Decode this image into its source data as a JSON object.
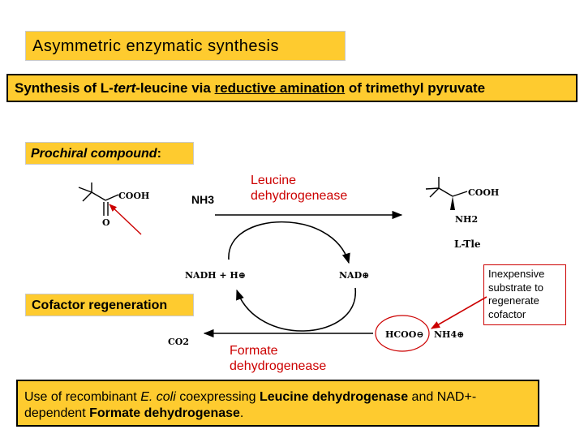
{
  "title": "Asymmetric enzymatic synthesis",
  "subtitle": {
    "pre": "Synthesis of L-",
    "italic": "tert",
    "mid": "-leucine via ",
    "underlined": "reductive amination",
    "post": " of trimethyl pyruvate"
  },
  "prochiral": {
    "italic": "Prochiral compound",
    "colon": ":"
  },
  "reactant": {
    "cooh": "COOH",
    "oxygen": "O"
  },
  "ammonia": "NH3",
  "enzyme_top": {
    "line1": "Leucine",
    "line2": "dehydrogenease"
  },
  "product": {
    "cooh": "COOH",
    "nh2": "NH2",
    "name": "L-Tle"
  },
  "cycle": {
    "nadh": "NADH + H⊕",
    "nad": "NAD⊕",
    "co2": "CO2",
    "formate": "HCOO⊖",
    "nh4": "NH4⊕"
  },
  "cofactor_label": "Cofactor regeneration",
  "inexpensive_note": [
    "Inexpensive",
    "substrate to",
    "regenerate",
    "cofactor"
  ],
  "enzyme_bottom": {
    "line1": "Formate",
    "line2": "dehydrogenease"
  },
  "footer": {
    "p1": "Use of recombinant ",
    "italic": "E. coli",
    "p2": " coexpressing ",
    "bold1": "Leucine dehydrogenase",
    "p3": " and NAD+-dependent ",
    "bold2": "Formate dehydrogenase",
    "p4": "."
  },
  "colors": {
    "highlight": "#fecb2f",
    "annotation": "#cc0000"
  }
}
